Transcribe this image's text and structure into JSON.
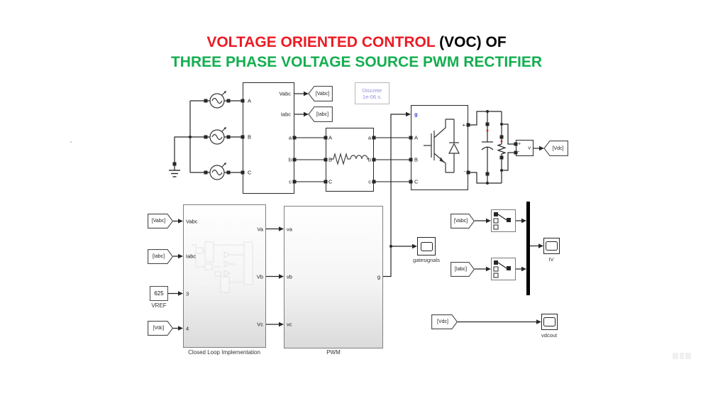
{
  "title": {
    "red_text": "VOLTAGE ORIENTED CONTROL",
    "black_text": " (VOC) OF",
    "green_text": "THREE PHASE VOLTAGE SOURCE PWM RECTIFIER"
  },
  "colors": {
    "title_red": "#EC1B24",
    "title_green": "#14AE50",
    "powergui_text": "#8F8FDE",
    "gate_blue": "#3B3BD8"
  },
  "powergui": {
    "line1": "Discrete",
    "line2": "1e-06 s."
  },
  "measurement_block": {
    "inputs": [
      "A",
      "B",
      "C"
    ],
    "outputs": [
      "Vabc",
      "Iabc",
      "a",
      "b",
      "c"
    ]
  },
  "rl_filter": {
    "inputs": [
      "A",
      "B",
      "C"
    ],
    "outputs": [
      "a",
      "b",
      "c"
    ]
  },
  "rectifier": {
    "gate": "g",
    "inputs": [
      "A",
      "B",
      "C"
    ],
    "plus": "+",
    "minus": "-"
  },
  "voltmeter": {
    "plus": "+",
    "minus": "-",
    "v": "v"
  },
  "tags": {
    "vabc": "[Vabc]",
    "iabc": "[Iabc]",
    "vdc": "[Vdc]"
  },
  "closed_loop": {
    "label": "Closed Loop Implementation",
    "inputs": [
      "Vabc",
      "Iabc",
      "3",
      "4"
    ],
    "outputs": [
      "Va",
      "Vb",
      "Vc"
    ]
  },
  "pwm": {
    "label": "PWM",
    "inputs": [
      "va",
      "vb",
      "vc"
    ],
    "output": "g"
  },
  "vref": {
    "value": "625",
    "label": "VREF"
  },
  "scopes": {
    "gatesignals": "gatesignals",
    "iv": "IV",
    "vdcout": "vdcout"
  }
}
